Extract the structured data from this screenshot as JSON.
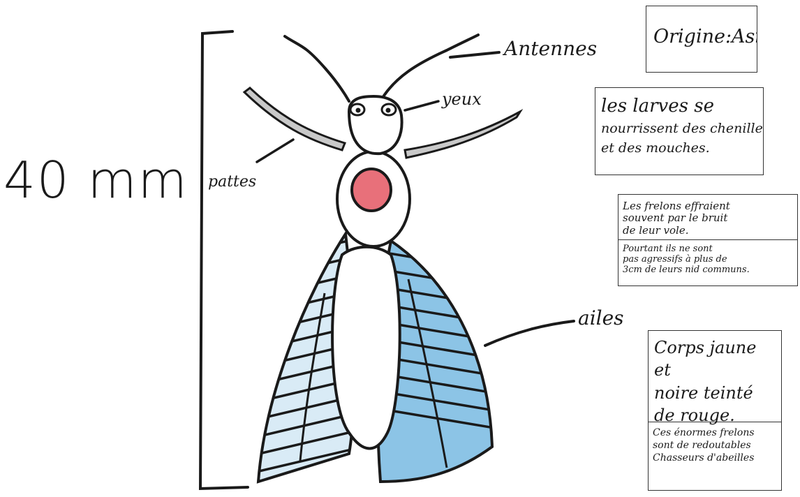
{
  "measurement": {
    "value": "40 mm"
  },
  "labels": {
    "antennes": "Antennes",
    "yeux": "yeux",
    "pattes": "pattes",
    "ailes": "ailes"
  },
  "notes": {
    "origin": "Origine:Asie",
    "larvae": [
      "les larves se",
      "nourrissent des chenille",
      "et des mouches."
    ],
    "fright_1": [
      "Les frelons effraient",
      "souvent par le bruit",
      "de leur vole."
    ],
    "fright_2": [
      "Pourtant ils ne sont",
      "pas agressifs à plus de",
      "3cm de leurs nid communs."
    ],
    "body": [
      "Corps jaune et",
      "noire teinté",
      "de rouge."
    ],
    "hunters": [
      "Ces énormes frelons",
      "sont de redoutables",
      "Chasseurs d'abeilles"
    ]
  },
  "colors": {
    "ink": "#1a1a1a",
    "wing_blue": "#8cc4e6",
    "wing_pink": "#dcc6c6",
    "thorax_spot": "#e8707a",
    "leg_fill": "#c9c9c9"
  }
}
